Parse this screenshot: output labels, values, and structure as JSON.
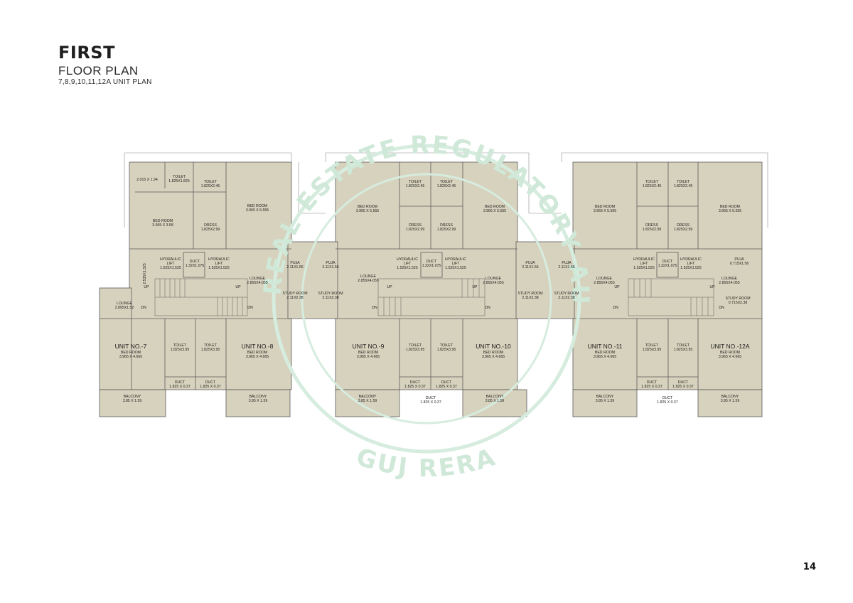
{
  "title": "FIRST",
  "subtitle": "FLOOR PLAN",
  "subtitle2": "7,8,9,10,11,12A UNIT PLAN",
  "page_number": "14",
  "watermark": {
    "top_text": "GUJARAT REAL ESTATE REGULATORY AUTHORITY",
    "bottom_text": "GUJ RERA",
    "color": "#cfe8d8"
  },
  "colors": {
    "wall_fill": "#d7d2bd",
    "line": "#5a5a5a",
    "room_fill": "#dcd7c3"
  },
  "labels": {
    "toilet": "TOILET",
    "bed_room": "BED ROOM",
    "dress": "DRESS",
    "hyd_lift": "HYDRAULIC",
    "lift": "LIFT",
    "duct": "DUCT",
    "lounge": "LOUNGE",
    "puja": "PUJA",
    "study": "STUDY ROOM",
    "balcony": "BALCONY",
    "up": "UP",
    "dn": "DN",
    "dims": {
      "d2015": "2.015 X 1.94",
      "t1825_1825": "1.825X1.825",
      "t1825_245": "1.825X2.45",
      "bed3955_358": "3.955 X 3.58",
      "bed3965_5555": "3.965 X 5.555",
      "dress1825_299": "1.825X2.99",
      "lift1525": "1.525X1.525",
      "duct132": "1.32X1.075",
      "lounge2855": "2.855X4.055",
      "lounge2895": "2.895X1.52",
      "puja211": "2.11X1.56",
      "puja0715": "0.715X1.56",
      "study211": "2.11X2.38",
      "study0715": "0.715X2.38",
      "vert2535": "2.535X1.325",
      "t1825_395": "1.825X3.95",
      "bed3965_4665": "3.965 X 4.665",
      "duct1825": "1.825 X 0.37",
      "balc385": "3.85 X 1.59"
    }
  },
  "units": {
    "u7": "UNIT NO.-7",
    "u8": "UNIT NO.-8",
    "u9": "UNIT NO.-9",
    "u10": "UNIT NO.-10",
    "u11": "UNIT NO.-11",
    "u12a": "UNIT NO.-12A"
  }
}
